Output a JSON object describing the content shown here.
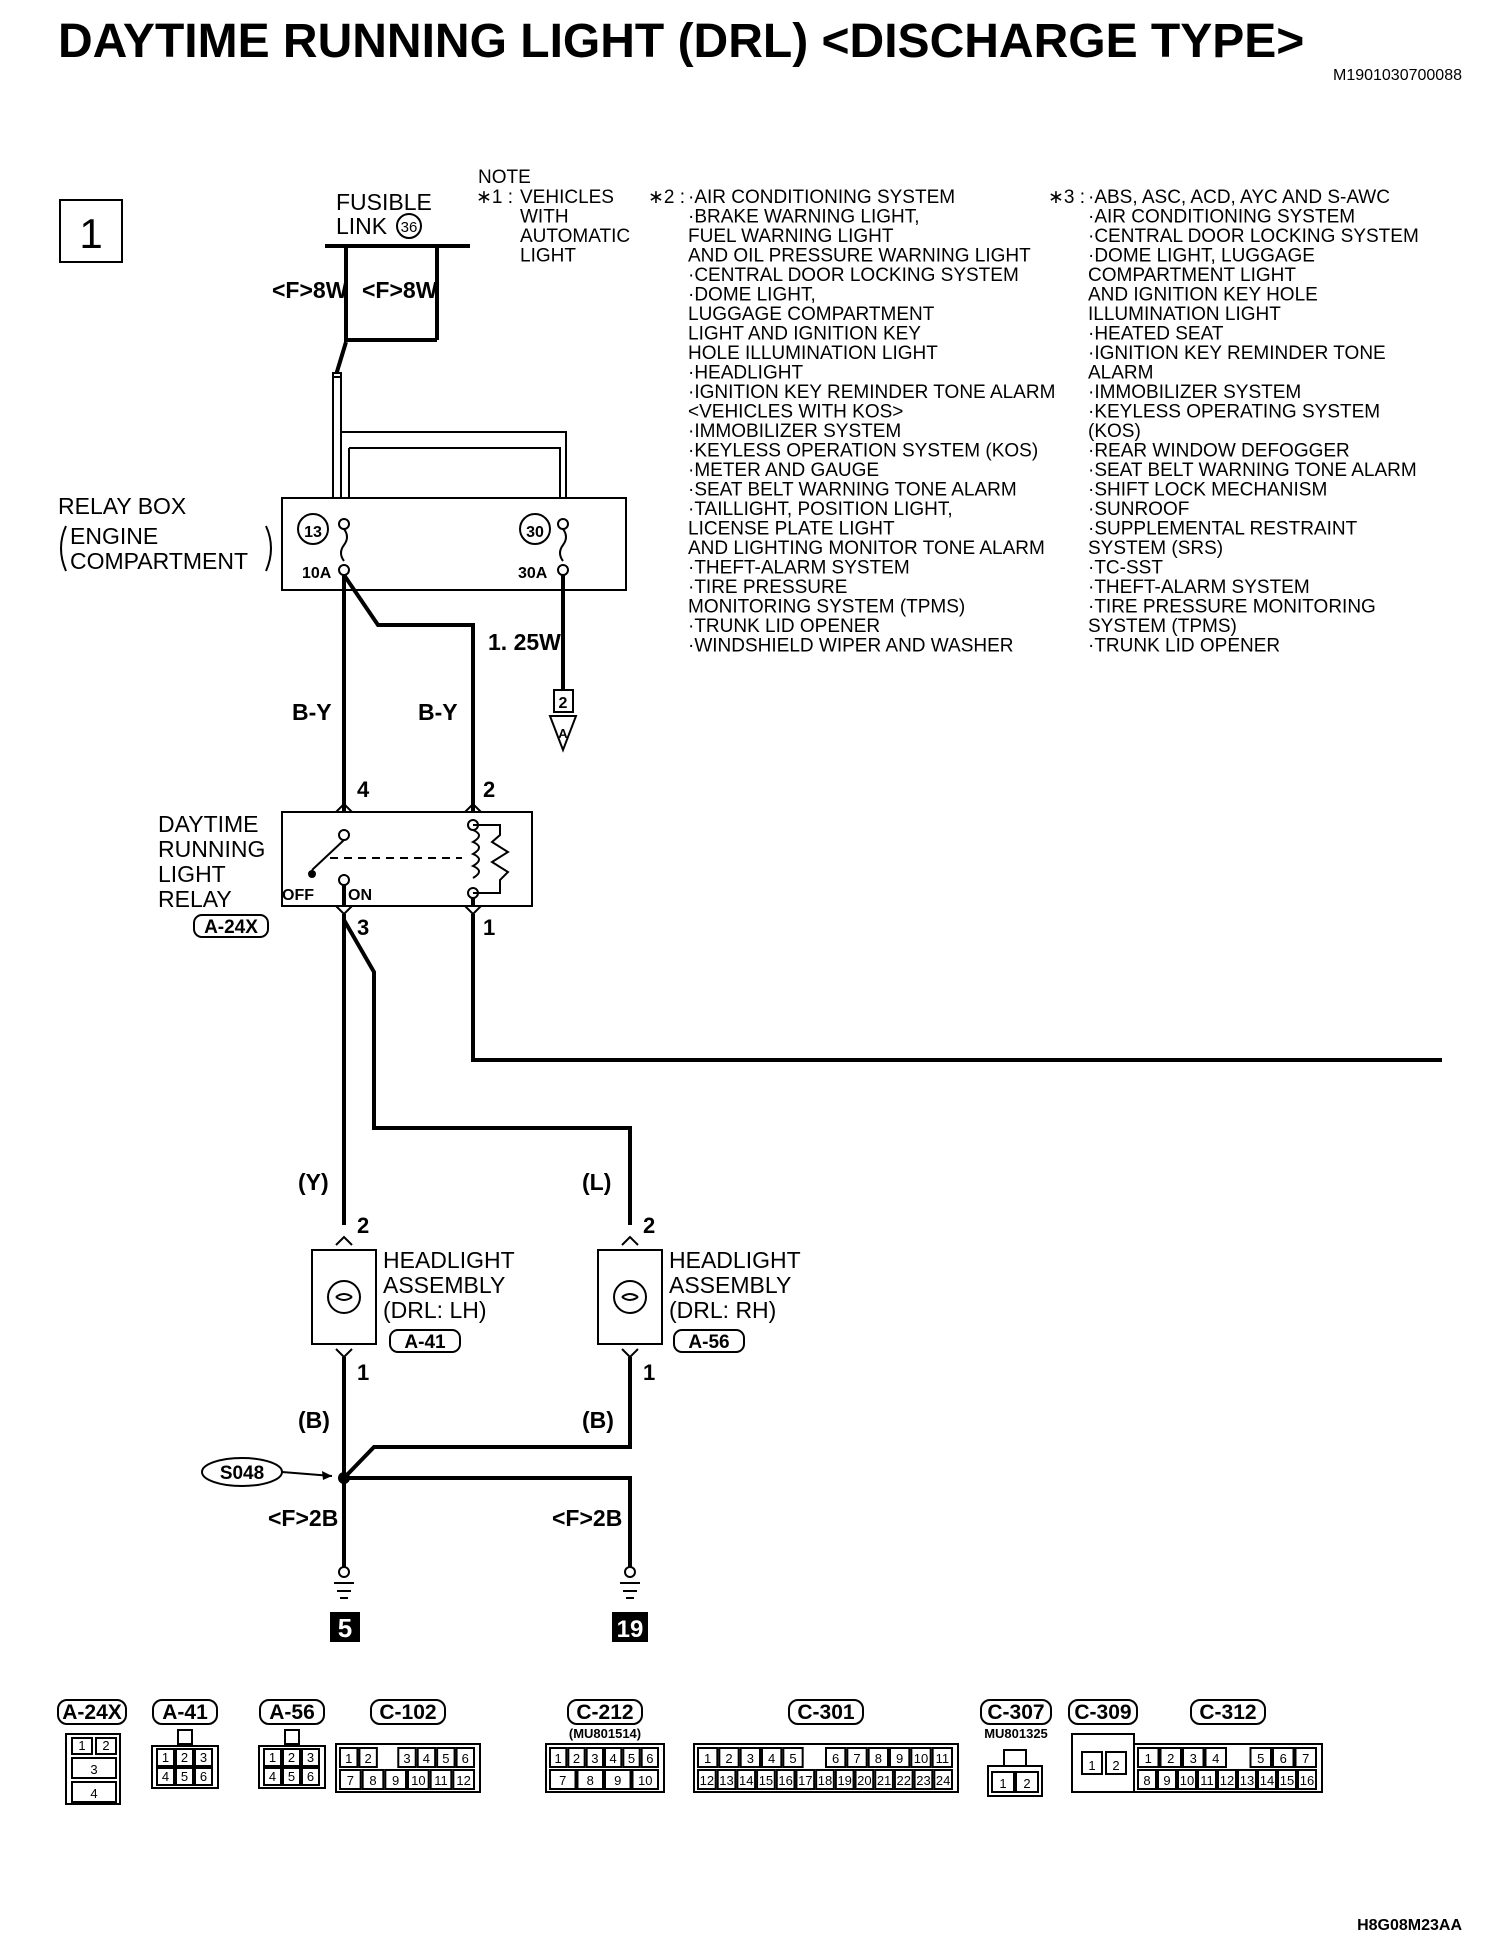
{
  "title": "DAYTIME RUNNING LIGHT (DRL) <DISCHARGE TYPE>",
  "doc_code": "M1901030700088",
  "figure_code": "H8G08M23AA",
  "page_number": "1",
  "fusible_link": {
    "line1": "FUSIBLE",
    "line2": "LINK",
    "number": "36"
  },
  "wires": {
    "f8w_left": "<F>8W",
    "f8w_right": "<F>8W",
    "w125": "1. 25W",
    "by_left": "B-Y",
    "by_right": "B-Y",
    "y": "(Y)",
    "l": "(L)",
    "b_left": "(B)",
    "b_right": "(B)",
    "f2b_left": "<F>2B",
    "f2b_right": "<F>2B"
  },
  "relay_box": {
    "label": "RELAY BOX",
    "sub1": "ENGINE",
    "sub2": "COMPARTMENT",
    "fuse_left_num": "13",
    "fuse_left_amp": "10A",
    "fuse_right_num": "30",
    "fuse_right_amp": "30A"
  },
  "offpage": {
    "number": "2",
    "letter": "A"
  },
  "drl_relay": {
    "line1": "DAYTIME",
    "line2": "RUNNING",
    "line3": "LIGHT",
    "line4": "RELAY",
    "connector": "A-24X",
    "off": "OFF",
    "on": "ON",
    "pin_top_left": "4",
    "pin_top_right": "2",
    "pin_bottom_left": "3",
    "pin_bottom_right": "1"
  },
  "headlight_lh": {
    "line1": "HEADLIGHT",
    "line2": "ASSEMBLY",
    "line3": "(DRL: LH)",
    "connector": "A-41",
    "pin_top": "2",
    "pin_bottom": "1"
  },
  "headlight_rh": {
    "line1": "HEADLIGHT",
    "line2": "ASSEMBLY",
    "line3": "(DRL: RH)",
    "connector": "A-56",
    "pin_top": "2",
    "pin_bottom": "1"
  },
  "splice": "S048",
  "grounds": {
    "left": "5",
    "right": "19"
  },
  "note": {
    "heading": "NOTE",
    "star1": "∗1 :",
    "star1_lines": [
      "VEHICLES",
      "WITH",
      "AUTOMATIC",
      "LIGHT"
    ],
    "star2": "∗2 :",
    "star2_lines": [
      "·AIR CONDITIONING SYSTEM",
      "·BRAKE WARNING LIGHT,",
      " FUEL WARNING LIGHT",
      " AND OIL PRESSURE WARNING LIGHT",
      "·CENTRAL DOOR LOCKING SYSTEM",
      "·DOME LIGHT,",
      " LUGGAGE COMPARTMENT",
      " LIGHT AND IGNITION KEY",
      " HOLE ILLUMINATION LIGHT",
      "·HEADLIGHT",
      "·IGNITION KEY REMINDER TONE ALARM",
      " <VEHICLES WITH KOS>",
      "·IMMOBILIZER SYSTEM",
      "·KEYLESS OPERATION SYSTEM (KOS)",
      "·METER AND GAUGE",
      "·SEAT BELT WARNING TONE ALARM",
      "·TAILLIGHT, POSITION LIGHT,",
      " LICENSE PLATE LIGHT",
      " AND LIGHTING MONITOR TONE ALARM",
      "·THEFT-ALARM SYSTEM",
      "·TIRE PRESSURE",
      " MONITORING SYSTEM (TPMS)",
      "·TRUNK LID OPENER",
      "·WINDSHIELD WIPER AND WASHER"
    ],
    "star3": "∗3 :",
    "star3_lines": [
      "·ABS, ASC, ACD, AYC AND S-AWC",
      "·AIR CONDITIONING SYSTEM",
      "·CENTRAL DOOR LOCKING SYSTEM",
      "·DOME LIGHT, LUGGAGE",
      " COMPARTMENT LIGHT",
      " AND IGNITION KEY HOLE",
      " ILLUMINATION LIGHT",
      "·HEATED SEAT",
      "·IGNITION KEY REMINDER TONE",
      " ALARM",
      "·IMMOBILIZER SYSTEM",
      "·KEYLESS OPERATING SYSTEM",
      " (KOS)",
      "·REAR WINDOW DEFOGGER",
      "·SEAT BELT WARNING TONE ALARM",
      "·SHIFT LOCK MECHANISM",
      "·SUNROOF",
      "·SUPPLEMENTAL RESTRAINT",
      " SYSTEM (SRS)",
      "·TC-SST",
      "·THEFT-ALARM SYSTEM",
      "·TIRE PRESSURE MONITORING",
      " SYSTEM (TPMS)",
      "·TRUNK LID OPENER"
    ]
  },
  "connectors": {
    "a24x": {
      "id": "A-24X",
      "pins": [
        "1",
        "2",
        "3",
        "4"
      ]
    },
    "a41": {
      "id": "A-41",
      "pins": [
        "1",
        "2",
        "3",
        "4",
        "5",
        "6"
      ]
    },
    "a56": {
      "id": "A-56",
      "pins": [
        "1",
        "2",
        "3",
        "4",
        "5",
        "6"
      ]
    },
    "c102": {
      "id": "C-102",
      "pins": [
        "1",
        "2",
        "3",
        "4",
        "5",
        "6",
        "7",
        "8",
        "9",
        "10",
        "11",
        "12"
      ]
    },
    "c212": {
      "id": "C-212",
      "part": "(MU801514)",
      "pins": [
        "1",
        "2",
        "3",
        "4",
        "5",
        "6",
        "7",
        "8",
        "9",
        "10"
      ]
    },
    "c301": {
      "id": "C-301",
      "pins": [
        "1",
        "2",
        "3",
        "4",
        "5",
        "6",
        "7",
        "8",
        "9",
        "10",
        "11",
        "12",
        "13",
        "14",
        "15",
        "16",
        "17",
        "18",
        "19",
        "20",
        "21",
        "22",
        "23",
        "24"
      ]
    },
    "c307": {
      "id": "C-307",
      "part": "MU801325",
      "pins": [
        "1",
        "2"
      ]
    },
    "c309": {
      "id": "C-309",
      "pins": [
        "1",
        "2"
      ]
    },
    "c312": {
      "id": "C-312",
      "pins": [
        "1",
        "2",
        "3",
        "4",
        "5",
        "6",
        "7",
        "8",
        "9",
        "10",
        "11",
        "12",
        "13",
        "14",
        "15",
        "16"
      ]
    }
  }
}
